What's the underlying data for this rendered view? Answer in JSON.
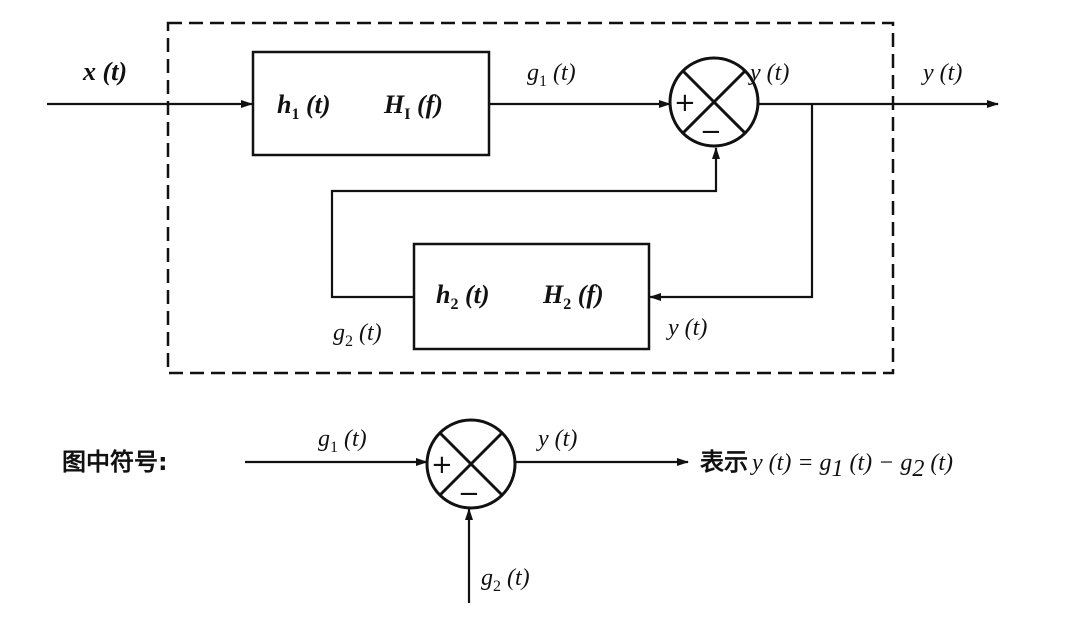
{
  "diagram": {
    "type": "block-diagram",
    "title": "Feedback system with subtraction junction",
    "input_label": "x (t)",
    "output_label_inside": "y (t)",
    "output_label_outside": "y (t)",
    "block1": {
      "impulse": "h",
      "impulse_sub": "1",
      "impulse_arg": " (t)",
      "transfer": "H",
      "transfer_sub": "I",
      "transfer_arg": " (f)"
    },
    "block2": {
      "impulse": "h",
      "impulse_sub": "2",
      "impulse_arg": " (t)",
      "transfer": "H",
      "transfer_sub": "2",
      "transfer_arg": " (f)"
    },
    "g1_label": {
      "base": "g",
      "sub": "1",
      "arg": " (t)"
    },
    "g2_label": {
      "base": "g",
      "sub": "2",
      "arg": " (t)"
    },
    "feedback_input_label": "y (t)",
    "junction_plus": "+",
    "junction_minus": "−"
  },
  "legend": {
    "prefix": "图中符号:",
    "g1_label": {
      "base": "g",
      "sub": "1",
      "arg": " (t)"
    },
    "g2_label": {
      "base": "g",
      "sub": "2",
      "arg": " (t)"
    },
    "output_label": "y (t)",
    "plus": "+",
    "minus": "−",
    "meaning_prefix": "表示",
    "equation": {
      "lhs": "y (t)",
      "eq": " = ",
      "g1": "g",
      "g1_sub": "1",
      "g1_arg": " (t)",
      "op": " − ",
      "g2": "g",
      "g2_sub": "2",
      "g2_arg": " (t)"
    }
  }
}
